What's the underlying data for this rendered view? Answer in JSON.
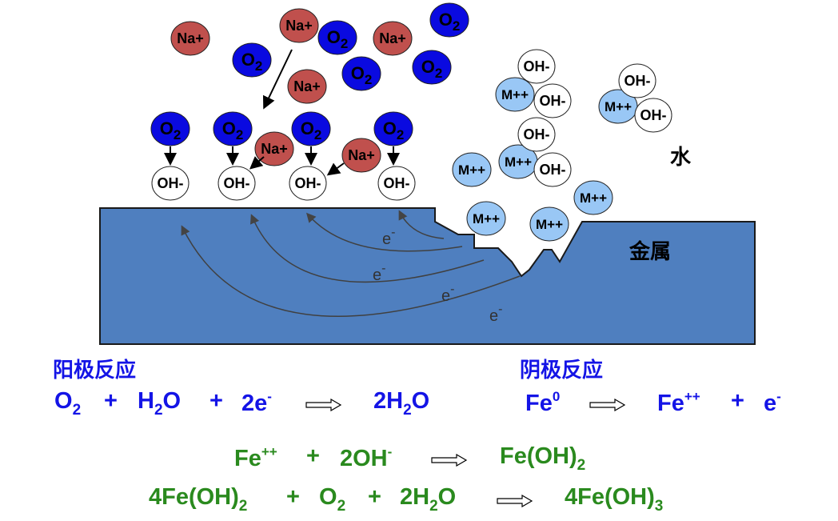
{
  "molecules": {
    "na": [
      "Na+",
      "Na+",
      "Na+",
      "Na+",
      "Na+",
      "Na+"
    ],
    "o2": [
      "O2",
      "O2",
      "O2",
      "O2",
      "O2",
      "O2",
      "O2",
      "O2",
      "O2"
    ],
    "oh": [
      "OH-",
      "OH-",
      "OH-",
      "OH-",
      "OH-",
      "OH-",
      "OH-",
      "OH-",
      "OH-",
      "OH-"
    ],
    "m": [
      "M++",
      "M++",
      "M++",
      "M++",
      "M++",
      "M++",
      "M++"
    ]
  },
  "labels": {
    "water": "水",
    "metal": "金属",
    "electron": "e-"
  },
  "colors": {
    "na": "#c0504d",
    "o2": "#0a0ae0",
    "m": "#99c7f5",
    "metal": "#4f7fbf",
    "blue_text": "#1414e6",
    "green_text": "#2a8a1e"
  },
  "anode": {
    "title": "阳极反应",
    "terms": [
      {
        "b": "O",
        "sub": "2"
      },
      {
        "b": "+"
      },
      {
        "b": "H",
        "sub": "2",
        "a": "O"
      },
      {
        "b": "+"
      },
      {
        "b": "2e",
        "sup": "-"
      },
      {
        "b": "2H",
        "sub": "2",
        "a": "O"
      }
    ]
  },
  "cathode": {
    "title": "阴极反应",
    "terms": [
      {
        "b": "Fe",
        "sup": "0"
      },
      {
        "b": "Fe",
        "sup": "++"
      },
      {
        "b": "+"
      },
      {
        "b": "e",
        "sup": "-"
      }
    ]
  },
  "reaction1": {
    "terms": [
      {
        "b": "Fe",
        "sup": "++"
      },
      {
        "b": "+"
      },
      {
        "b": "2OH",
        "sup": "-"
      },
      {
        "b": "Fe(OH)",
        "sub": "2"
      }
    ]
  },
  "reaction2": {
    "terms": [
      {
        "b": "4Fe(OH)",
        "sub": "2"
      },
      {
        "b": "+"
      },
      {
        "b": "O",
        "sub": "2"
      },
      {
        "b": "+"
      },
      {
        "b": "2H",
        "sub": "2",
        "a": "O"
      },
      {
        "b": "4Fe(OH)",
        "sub": "3"
      }
    ]
  }
}
